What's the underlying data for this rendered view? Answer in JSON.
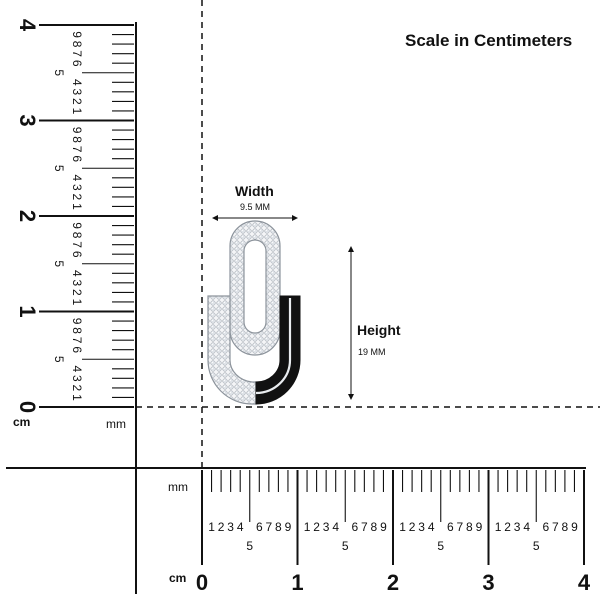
{
  "title": "Scale in Centimeters",
  "width": {
    "label": "Width",
    "value": "9.5 MM"
  },
  "height": {
    "label": "Height",
    "value": "19 MM"
  },
  "units": {
    "mm": "mm",
    "cm": "cm"
  },
  "ruler": {
    "major_labels": [
      "0",
      "1",
      "2",
      "3",
      "4"
    ],
    "minor_labels": [
      "1",
      "2",
      "3",
      "4",
      "5",
      "6",
      "7",
      "8",
      "9"
    ]
  },
  "colors": {
    "ink": "#111111",
    "diamond": "#dfe3e8",
    "metal": "#e9ecef",
    "enamel": "#111111"
  }
}
